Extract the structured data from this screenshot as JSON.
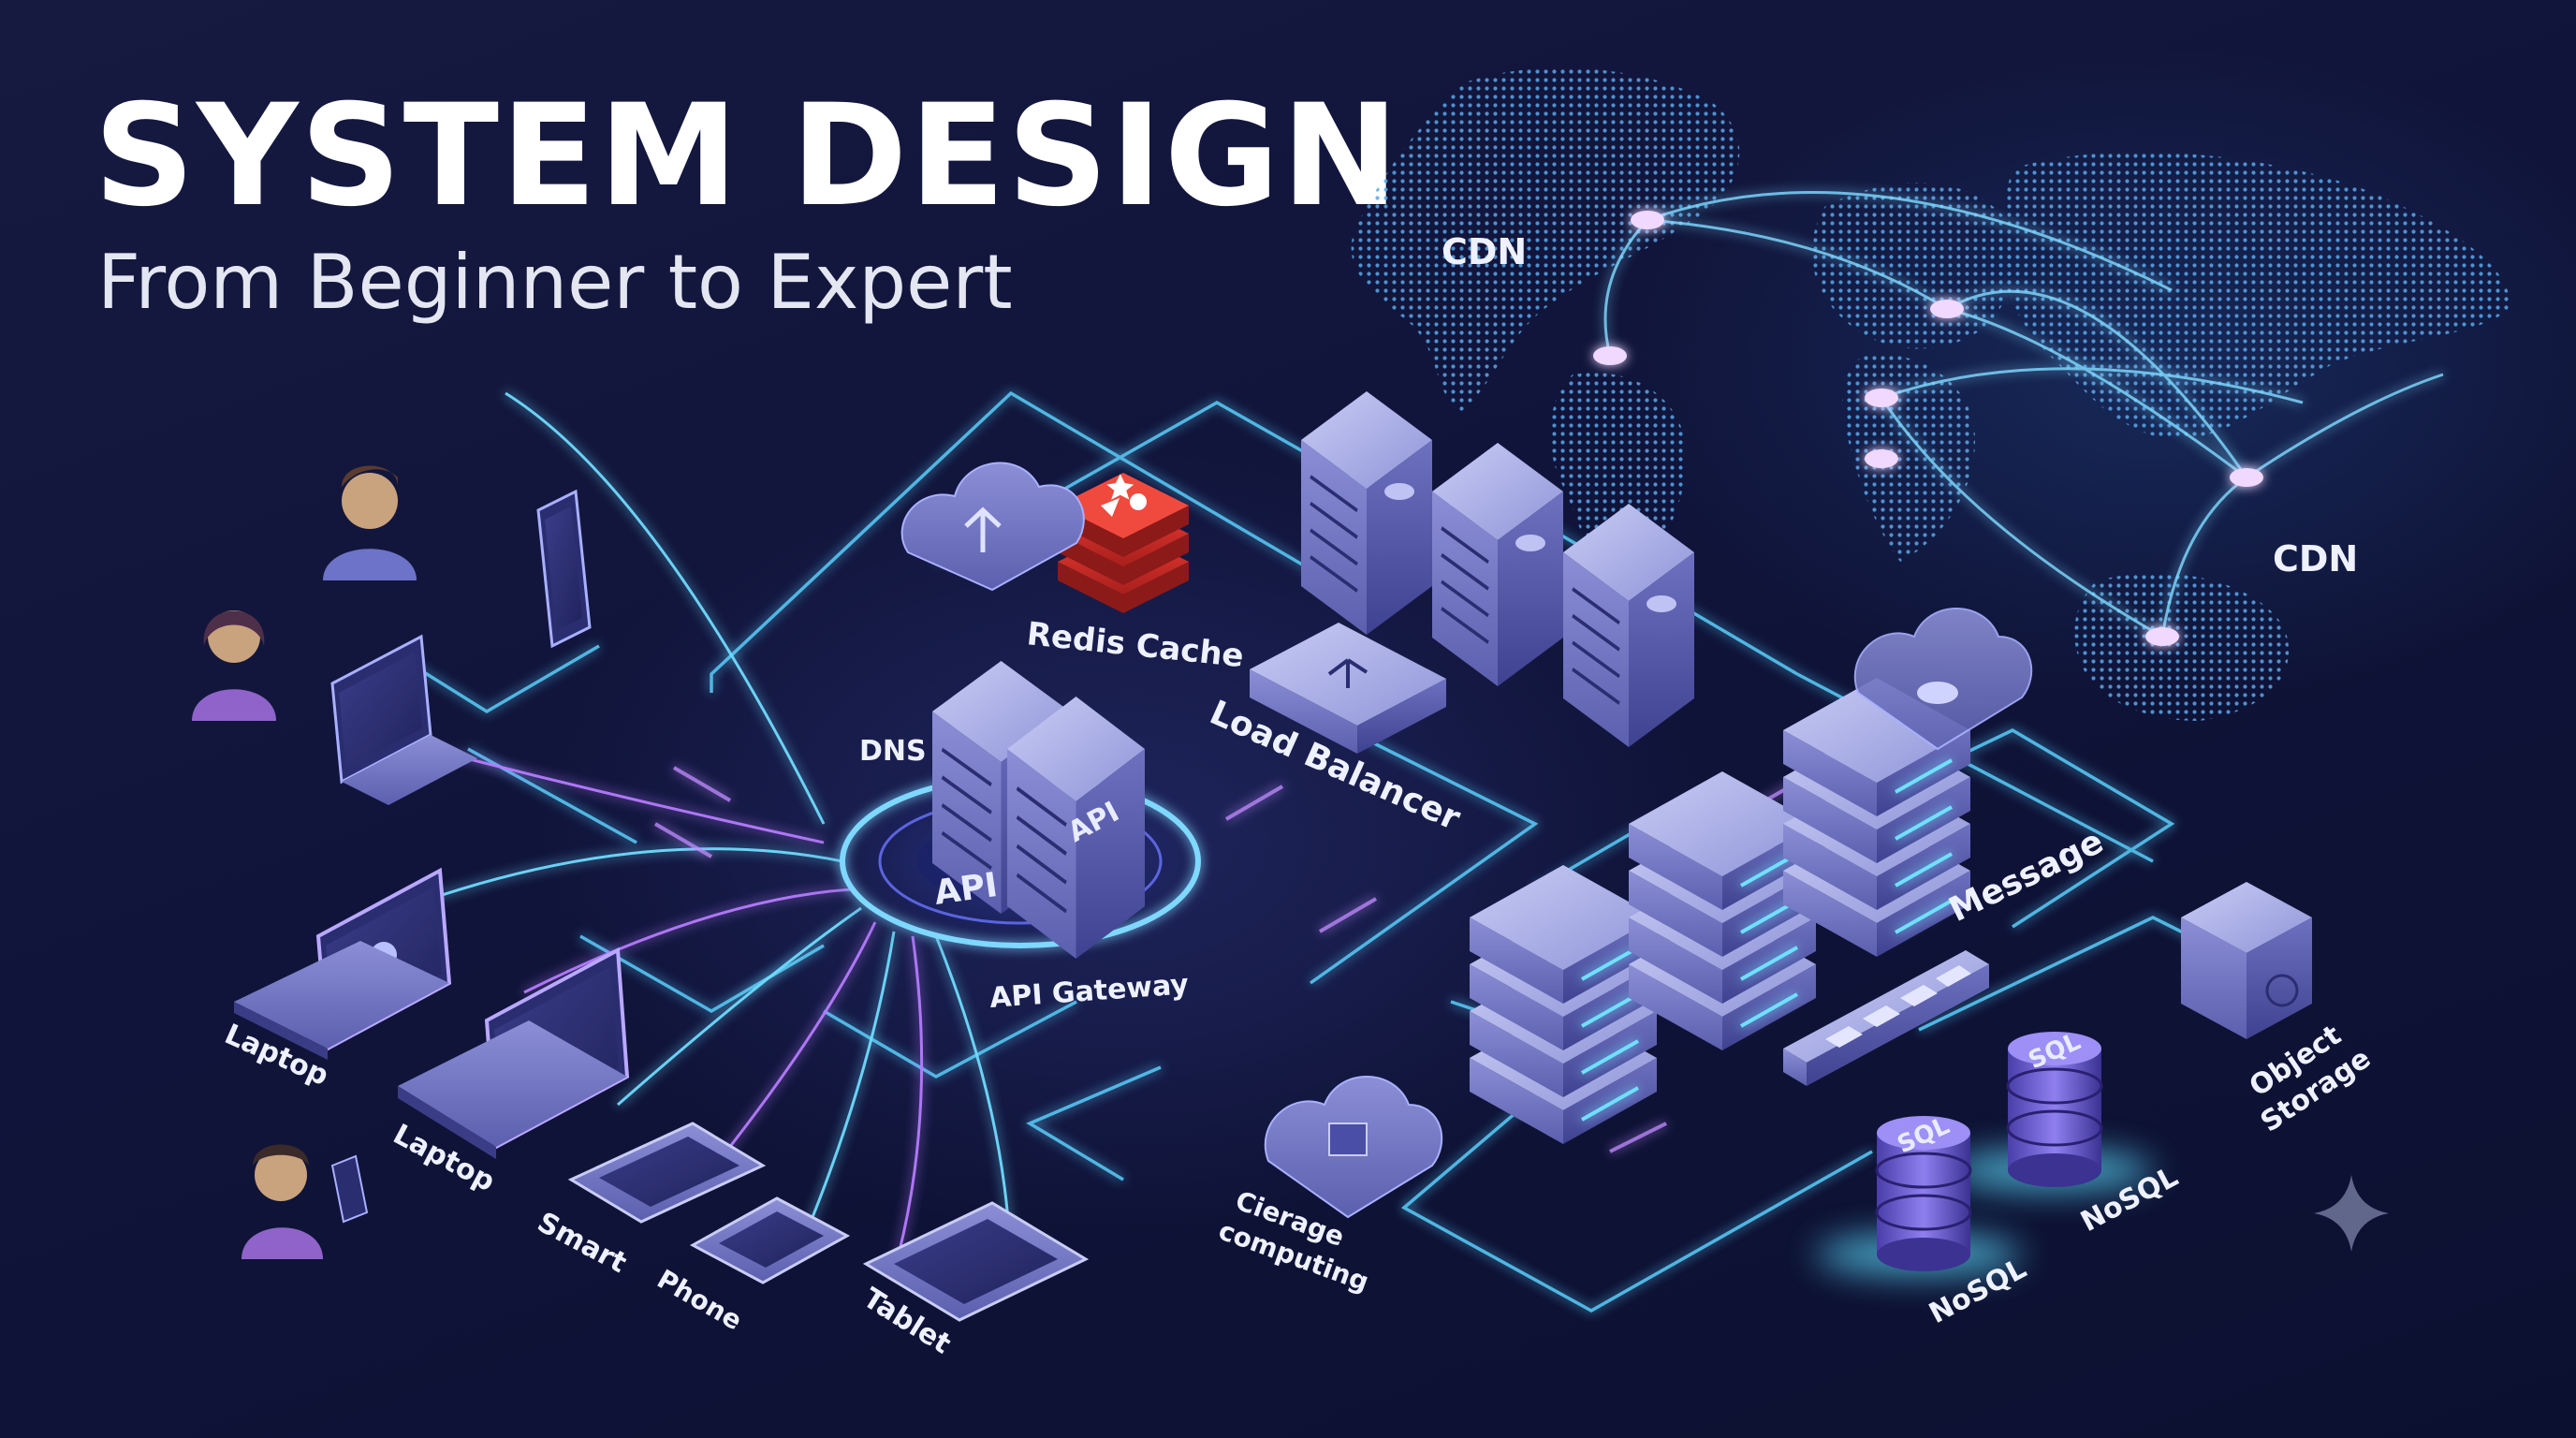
{
  "title": "SYSTEM DESIGN",
  "subtitle": "From Beginner to Expert",
  "labels": {
    "cdn_top": "CDN",
    "cdn_right": "CDN",
    "redis_cache": "Redis Cache",
    "load_balancer": "Load Balancer",
    "dns": "DNS",
    "api_server": "API",
    "api_hub": "API",
    "api_gateway": "API Gateway",
    "message": "Message",
    "object_storage_line1": "Object",
    "object_storage_line2": "Storage",
    "nosql_right": "NoSQL",
    "nosql_bottom": "NoSQL",
    "sql_front": "SQL",
    "sql_back": "SQL",
    "cloud_line1": "Cierage",
    "cloud_line2": "computing",
    "laptop_left": "Laptop",
    "laptop_center": "Laptop",
    "smart": "Smart",
    "phone": "Phone",
    "tablet": "Tablet"
  },
  "colors": {
    "background": "#10143a",
    "line_glow": "#5fd3ff",
    "accent_purple": "#a56bff",
    "server_face": "#8e94d6",
    "redis_red": "#d8302c",
    "text": "#eef1ff"
  },
  "icons": [
    "cloud-upload-icon",
    "cloud-icon",
    "star-sparkle-icon",
    "person-icon",
    "world-map-icon"
  ]
}
